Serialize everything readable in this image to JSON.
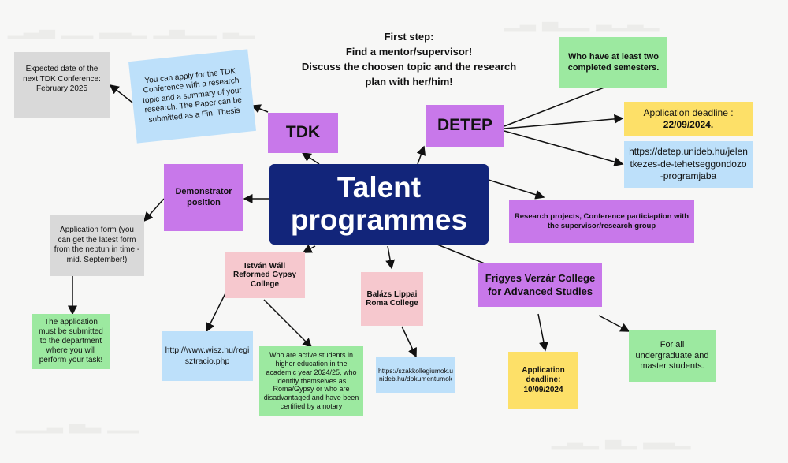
{
  "title": "Talent programmes",
  "first_step": [
    "First step:",
    "Find a mentor/supervisor!",
    "Discuss the choosen topic and the research",
    "plan with her/him!"
  ],
  "nodes": {
    "tdk": "TDK",
    "detep": "DETEP",
    "demonstrator": "Demonstrator position",
    "wall": "István Wáll Reformed Gypsy College",
    "lippai": "Balázs Lippai Roma College",
    "verzar": "Frigyes Verzár College for Advanced Studies",
    "tdk_expected": "Expected date of the next TDK Conference: February 2025",
    "tdk_apply": "You can apply for the TDK Conference with a research topic and a summary of your research. The Paper can be submitted as a Fin. Thesis",
    "detep_semesters": "Who have at least two completed semesters.",
    "detep_deadline_label": "Application deadline :",
    "detep_deadline_date": "22/09/2024.",
    "detep_url": "https://detep.unideb.hu/jelentkezes-de-tehetseggondozo-programjaba",
    "detep_research": "Research projects, Conference particiaption with the supervisor/research group",
    "demo_form": "Application form (you can get the latest form from the neptun in time -mid. September!)",
    "demo_submit": "The application must be submitted to the department where you will perform your task!",
    "wall_url": "http://www.wisz.hu/regisztracio.php",
    "wall_who": "Who are active students in higher education in the academic year 2024/25, who identify themselves as Roma/Gypsy or who are disadvantaged and have been certified by a notary",
    "lippai_url": "https://szakkollegiumok.unideb.hu/dokumentumok",
    "verzar_deadline": "Application deadline: 10/09/2024",
    "verzar_all": "For all undergraduate and master students."
  },
  "colors": {
    "navy": "#12257a",
    "purple": "#c878ea",
    "green": "#9ce9a0",
    "yellow": "#fde068",
    "blue": "#bde0fa",
    "grey": "#d9d9d9",
    "pink": "#f6c8ce"
  }
}
